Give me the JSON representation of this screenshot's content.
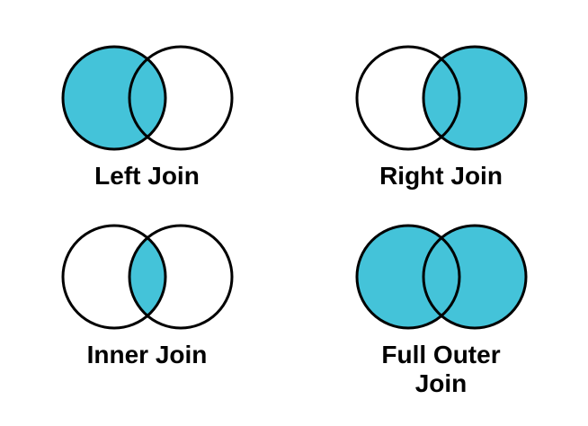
{
  "colors": {
    "join_fill": "#44c3d9",
    "circle_outline": "#000000",
    "label_text": "#000000",
    "background": "#ffffff"
  },
  "diagrams": [
    {
      "label": "Left Join",
      "filled": "left"
    },
    {
      "label": "Right Join",
      "filled": "right"
    },
    {
      "label": "Inner Join",
      "filled": "intersection"
    },
    {
      "label": "Full Outer Join",
      "filled": "both"
    }
  ]
}
